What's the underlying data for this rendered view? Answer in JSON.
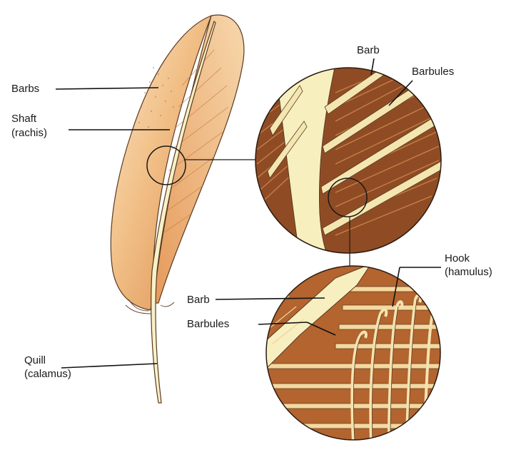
{
  "labels": {
    "barbs": "Barbs",
    "shaft": "Shaft",
    "shaft_sub": "(rachis)",
    "quill": "Quill",
    "quill_sub": "(calamus)",
    "barb_top": "Barb",
    "barbules_top": "Barbules",
    "hook": "Hook",
    "hook_sub": "(hamulus)",
    "barb_bottom": "Barb",
    "barbules_bottom": "Barbules"
  },
  "colors": {
    "feather_light": "#f6d3a4",
    "feather_mid": "#e8a566",
    "feather_dark": "#c9793f",
    "shaft": "#f7f0c2",
    "barb_brown": "#8a4a22",
    "barbule_fill": "#a95c2c",
    "outline": "#2b1a10",
    "leader": "#111111"
  }
}
